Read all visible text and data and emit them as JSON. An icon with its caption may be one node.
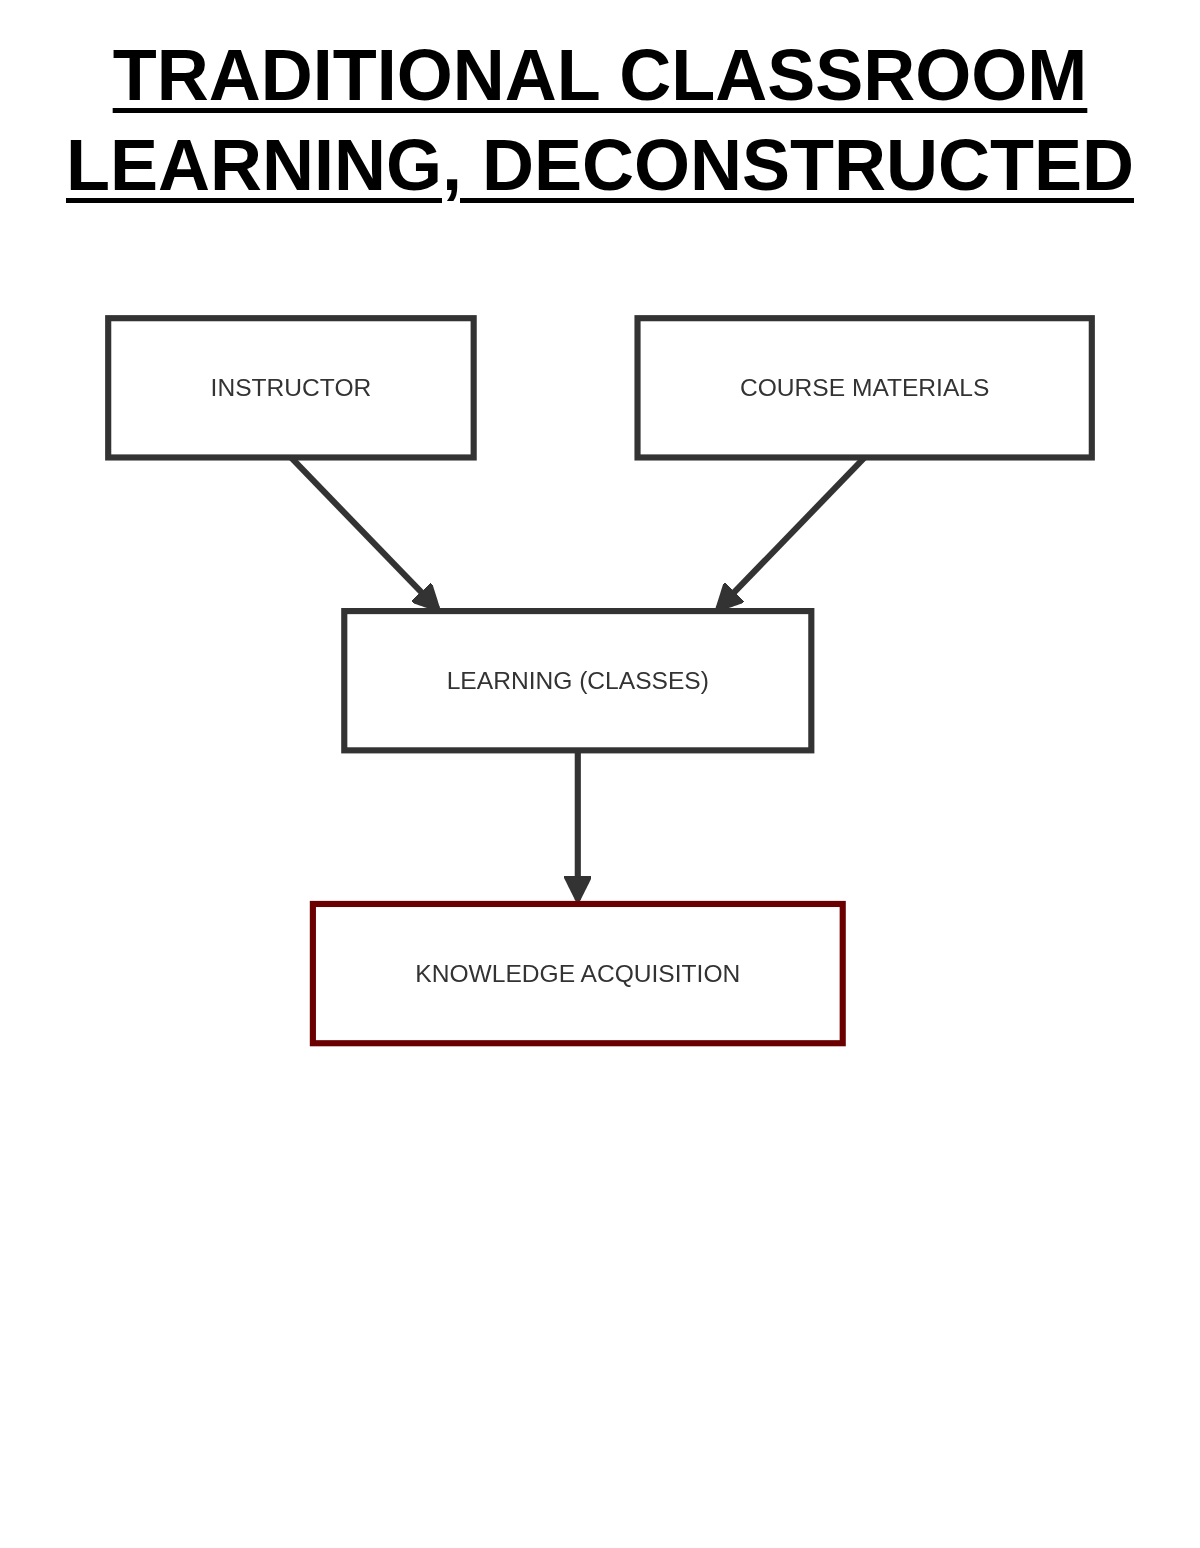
{
  "diagram": {
    "title": "TRADITIONAL CLASSROOM LEARNING, DECONSTRUCTED",
    "nodes": [
      {
        "text": [
          "INSTRUCTOR"
        ]
      },
      {
        "text": [
          "COURSE MATERIALS"
        ]
      },
      {
        "text": [
          "LEARNING (CLASSES)"
        ]
      },
      {
        "text": [
          "KNOWLEDGE ACQUISITION"
        ]
      }
    ],
    "edges": [
      {
        "from": 0,
        "to": 2,
        "arrow": "to"
      },
      {
        "from": 1,
        "to": 2,
        "arrow": "to"
      },
      {
        "from": 2,
        "to": 3,
        "arrow": "to"
      }
    ]
  }
}
